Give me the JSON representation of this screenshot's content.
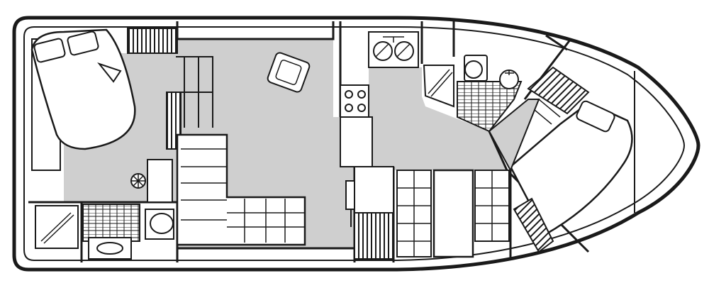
{
  "diagram": {
    "kind": "boat-floor-plan",
    "colors": {
      "floor": "#cfcfcf",
      "line": "#1a1a1a",
      "background": "#ffffff"
    },
    "areas": [
      {
        "id": "aft-stateroom",
        "icon": "double-bed-icon"
      },
      {
        "id": "aft-head",
        "icon": "shower-toilet-icon"
      },
      {
        "id": "salon",
        "icon": "sofa-icon"
      },
      {
        "id": "galley",
        "icon": "stove-sink-icon"
      },
      {
        "id": "forward-head",
        "icon": "shower-toilet-icon"
      },
      {
        "id": "dinette",
        "icon": "dinette-icon"
      },
      {
        "id": "v-berth",
        "icon": "v-berth-icon"
      }
    ]
  }
}
